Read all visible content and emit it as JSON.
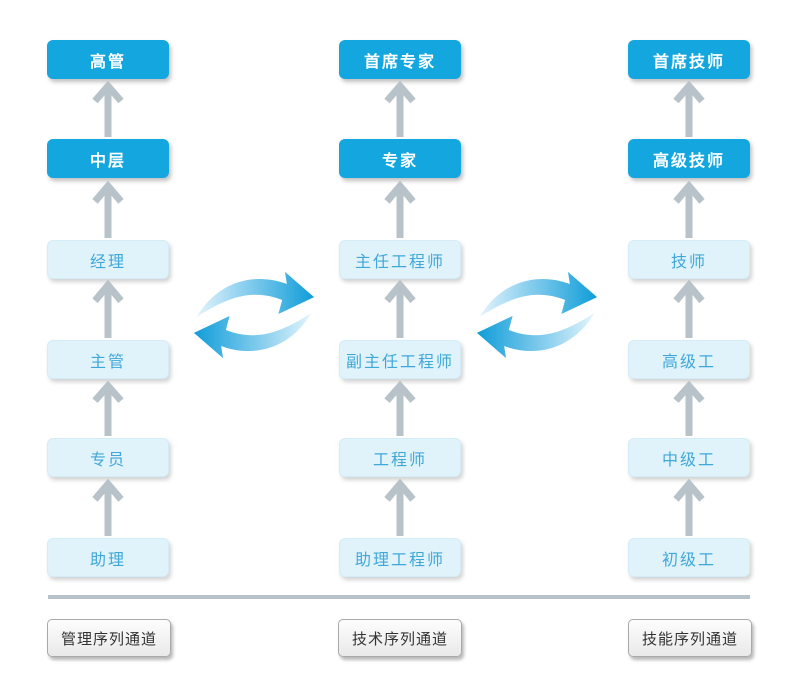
{
  "diagram_name": "career-ladder-three-channels",
  "colors": {
    "accent_blue": "#14A7DF",
    "light_node_bg": "#E0F3FA",
    "light_node_text": "#3FA7DA",
    "arrow_gray": "#B8C2C9",
    "divider_line": "#B6C1C9",
    "channel_label_text": "#333333"
  },
  "icons": {
    "up_arrow": "up-arrow",
    "exchange": "cycle-arrows"
  },
  "columns": [
    {
      "id": "management",
      "channel_label": "管理序列通道",
      "levels_top_down": [
        {
          "label": "高管",
          "style": "solid"
        },
        {
          "label": "中层",
          "style": "solid"
        },
        {
          "label": "经理",
          "style": "light"
        },
        {
          "label": "主管",
          "style": "light"
        },
        {
          "label": "专员",
          "style": "light"
        },
        {
          "label": "助理",
          "style": "light"
        }
      ]
    },
    {
      "id": "technical",
      "channel_label": "技术序列通道",
      "levels_top_down": [
        {
          "label": "首席专家",
          "style": "solid"
        },
        {
          "label": "专家",
          "style": "solid"
        },
        {
          "label": "主任工程师",
          "style": "light"
        },
        {
          "label": "副主任工程师",
          "style": "light"
        },
        {
          "label": "工程师",
          "style": "light"
        },
        {
          "label": "助理工程师",
          "style": "light"
        }
      ]
    },
    {
      "id": "skills",
      "channel_label": "技能序列通道",
      "levels_top_down": [
        {
          "label": "首席技师",
          "style": "solid"
        },
        {
          "label": "高级技师",
          "style": "solid"
        },
        {
          "label": "技师",
          "style": "light"
        },
        {
          "label": "高级工",
          "style": "light"
        },
        {
          "label": "中级工",
          "style": "light"
        },
        {
          "label": "初级工",
          "style": "light"
        }
      ]
    }
  ]
}
